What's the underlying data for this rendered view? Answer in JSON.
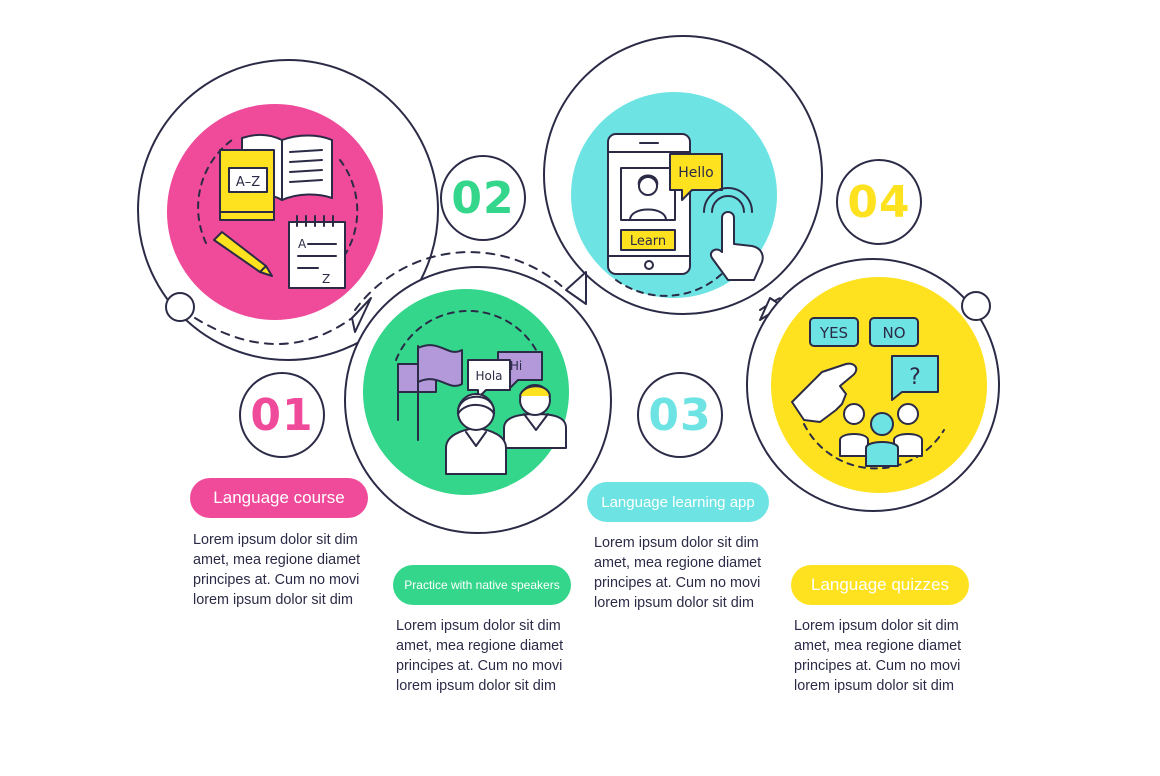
{
  "colors": {
    "outline": "#2b2b47",
    "pink": "#f04a9a",
    "green": "#33d68a",
    "cyan": "#6de3e3",
    "yellow": "#ffe21f",
    "purple": "#b399d9",
    "icon_yellow": "#ffe21f",
    "white": "#ffffff"
  },
  "steps": [
    {
      "number": "01",
      "title": "Language course",
      "description": [
        "Lorem ipsum dolor sit dim",
        "amet, mea regione diamet",
        "principes at. Cum no movi",
        "lorem ipsum dolor sit dim"
      ],
      "icon_labels": {
        "book": "A–Z",
        "note_top": "A",
        "note_bottom": "Z"
      }
    },
    {
      "number": "02",
      "title": "Practice with native speakers",
      "description": [
        "Lorem ipsum dolor sit dim",
        "amet, mea regione diamet",
        "principes at. Cum no movi",
        "lorem ipsum dolor sit dim"
      ],
      "icon_labels": {
        "bubble_left": "Hola",
        "bubble_right": "Hi"
      }
    },
    {
      "number": "03",
      "title": "Language learning app",
      "description": [
        "Lorem ipsum dolor sit dim",
        "amet, mea regione diamet",
        "principes at. Cum no movi",
        "lorem ipsum dolor sit dim"
      ],
      "icon_labels": {
        "bubble": "Hello",
        "button": "Learn"
      }
    },
    {
      "number": "04",
      "title": "Language quizzes",
      "description": [
        "Lorem ipsum dolor sit dim",
        "amet, mea regione diamet",
        "principes at. Cum no movi",
        "lorem ipsum dolor sit dim"
      ],
      "icon_labels": {
        "yes": "YES",
        "no": "NO",
        "question": "?"
      }
    }
  ]
}
